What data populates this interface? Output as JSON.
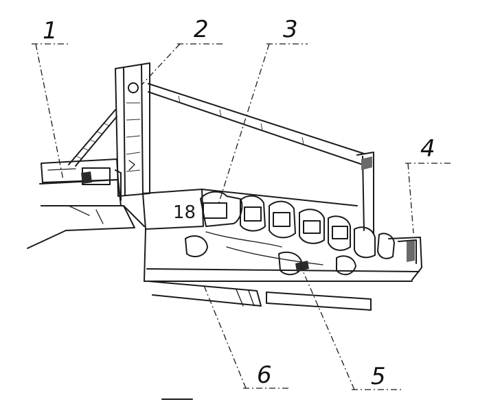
{
  "callouts": [
    {
      "id": "1",
      "label": "1"
    },
    {
      "id": "2",
      "label": "2"
    },
    {
      "id": "3",
      "label": "3"
    },
    {
      "id": "4",
      "label": "4"
    },
    {
      "id": "5",
      "label": "5"
    },
    {
      "id": "6",
      "label": "6"
    }
  ],
  "machine": {
    "plate_marking": "18"
  },
  "colors": {
    "ink": "#1a1a1a",
    "paper": "#ffffff"
  }
}
